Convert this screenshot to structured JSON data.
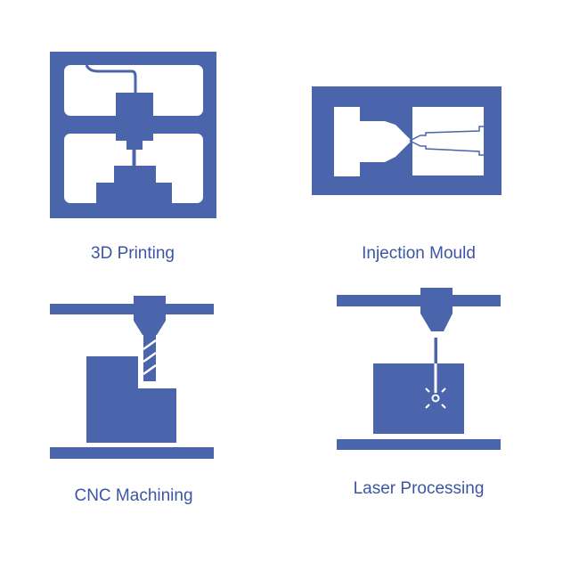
{
  "colors": {
    "icon": "#4b65ad",
    "label": "#3d56a3",
    "background": "#ffffff"
  },
  "items": [
    {
      "label": "3D Printing",
      "icon": "3d-printer-icon"
    },
    {
      "label": "Injection Mould",
      "icon": "injection-mould-icon"
    },
    {
      "label": "CNC Machining",
      "icon": "cnc-machine-icon"
    },
    {
      "label": "Laser Processing",
      "icon": "laser-cutter-icon"
    }
  ]
}
